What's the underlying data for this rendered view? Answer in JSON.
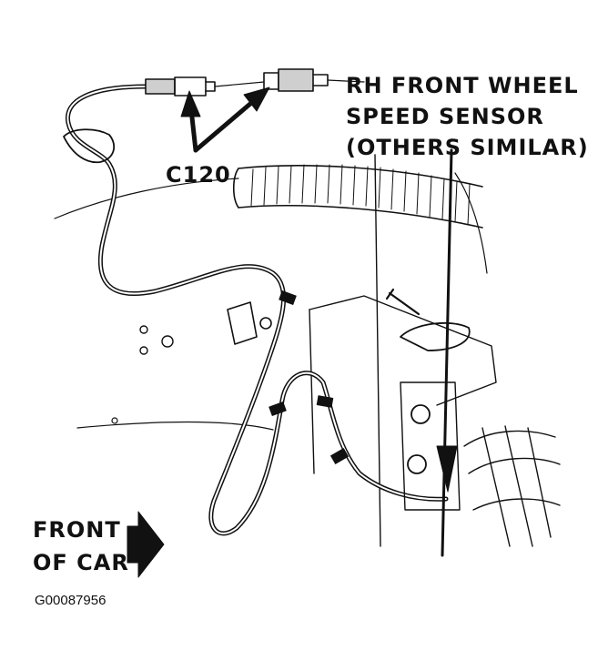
{
  "labels": {
    "sensor_line1": "RH FRONT WHEEL",
    "sensor_line2": "SPEED SENSOR",
    "sensor_line3": "(OTHERS SIMILAR)",
    "connector": "C120",
    "front_line1": "FRONT",
    "front_line2": "OF CAR",
    "figure_code": "G00087956"
  },
  "colors": {
    "ink": "#111111",
    "paper": "#ffffff"
  },
  "icons": {
    "direction_arrow": "right-arrow-icon"
  }
}
